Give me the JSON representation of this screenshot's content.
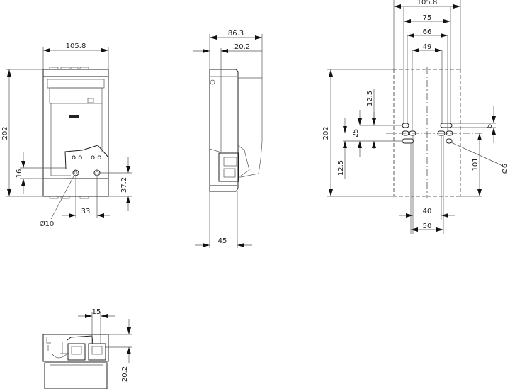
{
  "front_view": {
    "width": "105.8",
    "height": "202",
    "terminal_offset": "16",
    "terminal_height": "37.2",
    "terminal_spacing": "33",
    "terminal_diameter": "Ø10"
  },
  "side_view": {
    "depth": "86.3",
    "front_offset": "20.2",
    "base_depth": "45"
  },
  "mounting_view": {
    "width": "105.8",
    "spacing_75": "75",
    "spacing_66": "66",
    "spacing_49": "49",
    "height": "202",
    "upper_offset": "12.5",
    "slot_pitch": "25",
    "lower_offset": "12.5",
    "center_height": "101",
    "slot_height": "6",
    "hole_diameter": "Ø6",
    "spacing_40": "40",
    "spacing_50": "50"
  },
  "bottom_view": {
    "terminal_width": "15",
    "front_offset": "20.2"
  }
}
